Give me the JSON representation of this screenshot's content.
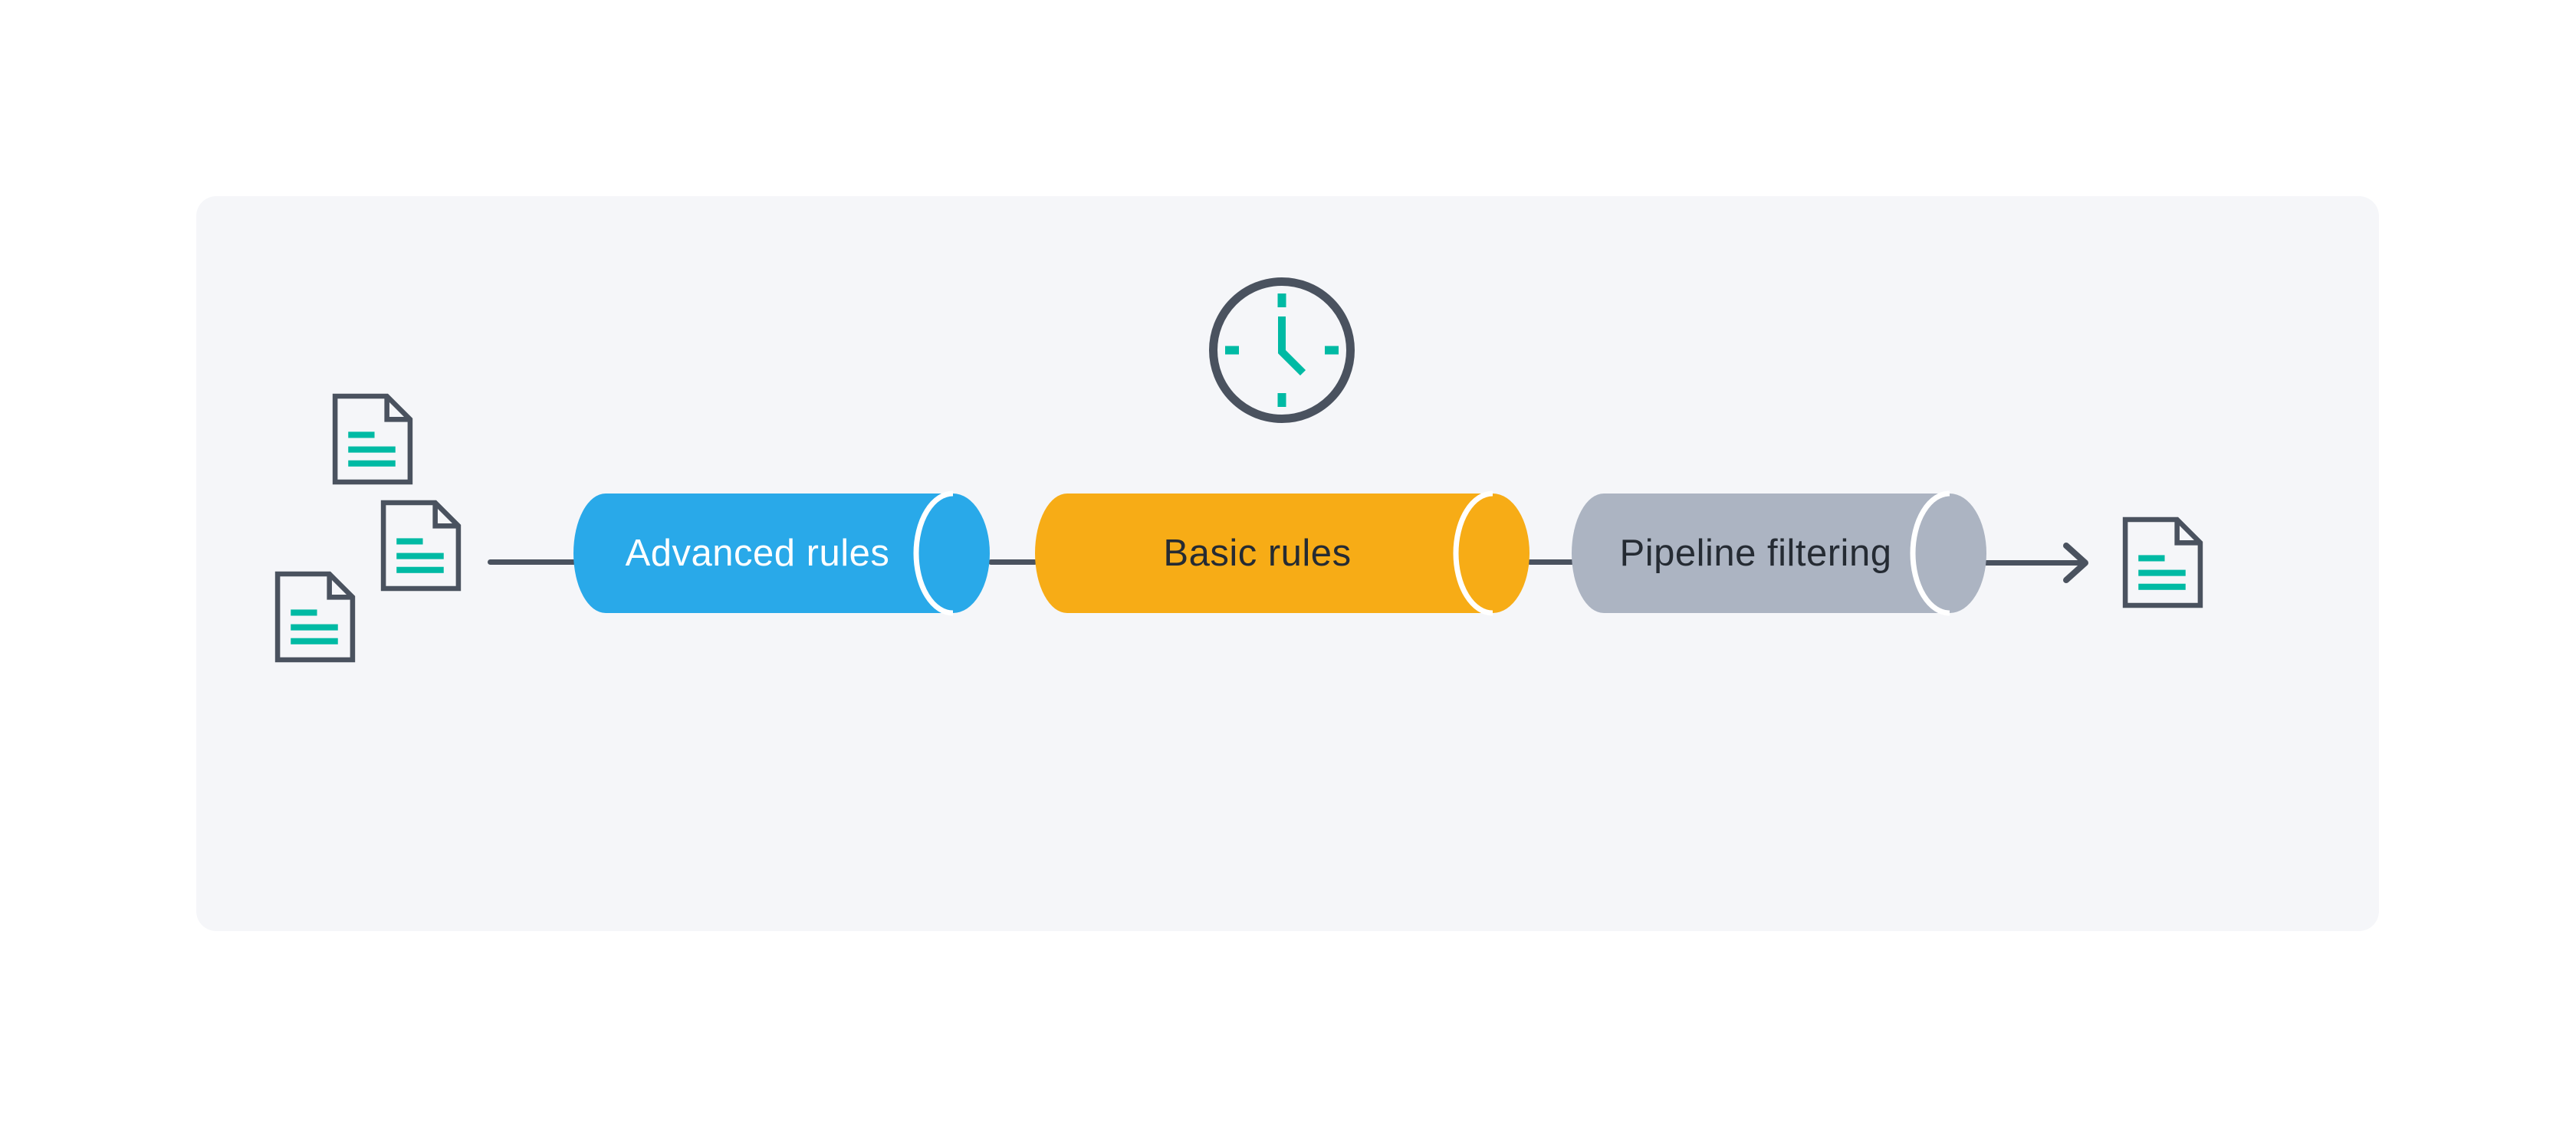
{
  "figure": {
    "stages": [
      {
        "label": "Advanced rules",
        "fill": "#29A9E9",
        "text_color": "#FFFFFF"
      },
      {
        "label": "Basic rules",
        "fill": "#F7AC16",
        "text_color": "#252B33"
      },
      {
        "label": "Pipeline filtering",
        "fill": "#ACB4C2",
        "text_color": "#252B33"
      }
    ],
    "documents_in": 3,
    "documents_out": 1
  },
  "icons": {
    "source_documents": "document-icon",
    "timer": "clock-icon",
    "output_document": "document-icon",
    "flow": "arrow-right-icon"
  },
  "colors": {
    "page_bg": "#FFFFFF",
    "panel_bg": "#F5F6F9",
    "outline": "#4A525F",
    "teal": "#00BAA4",
    "cap_stroke": "#FFFFFF",
    "doc_fill": "#F5F6F9"
  }
}
